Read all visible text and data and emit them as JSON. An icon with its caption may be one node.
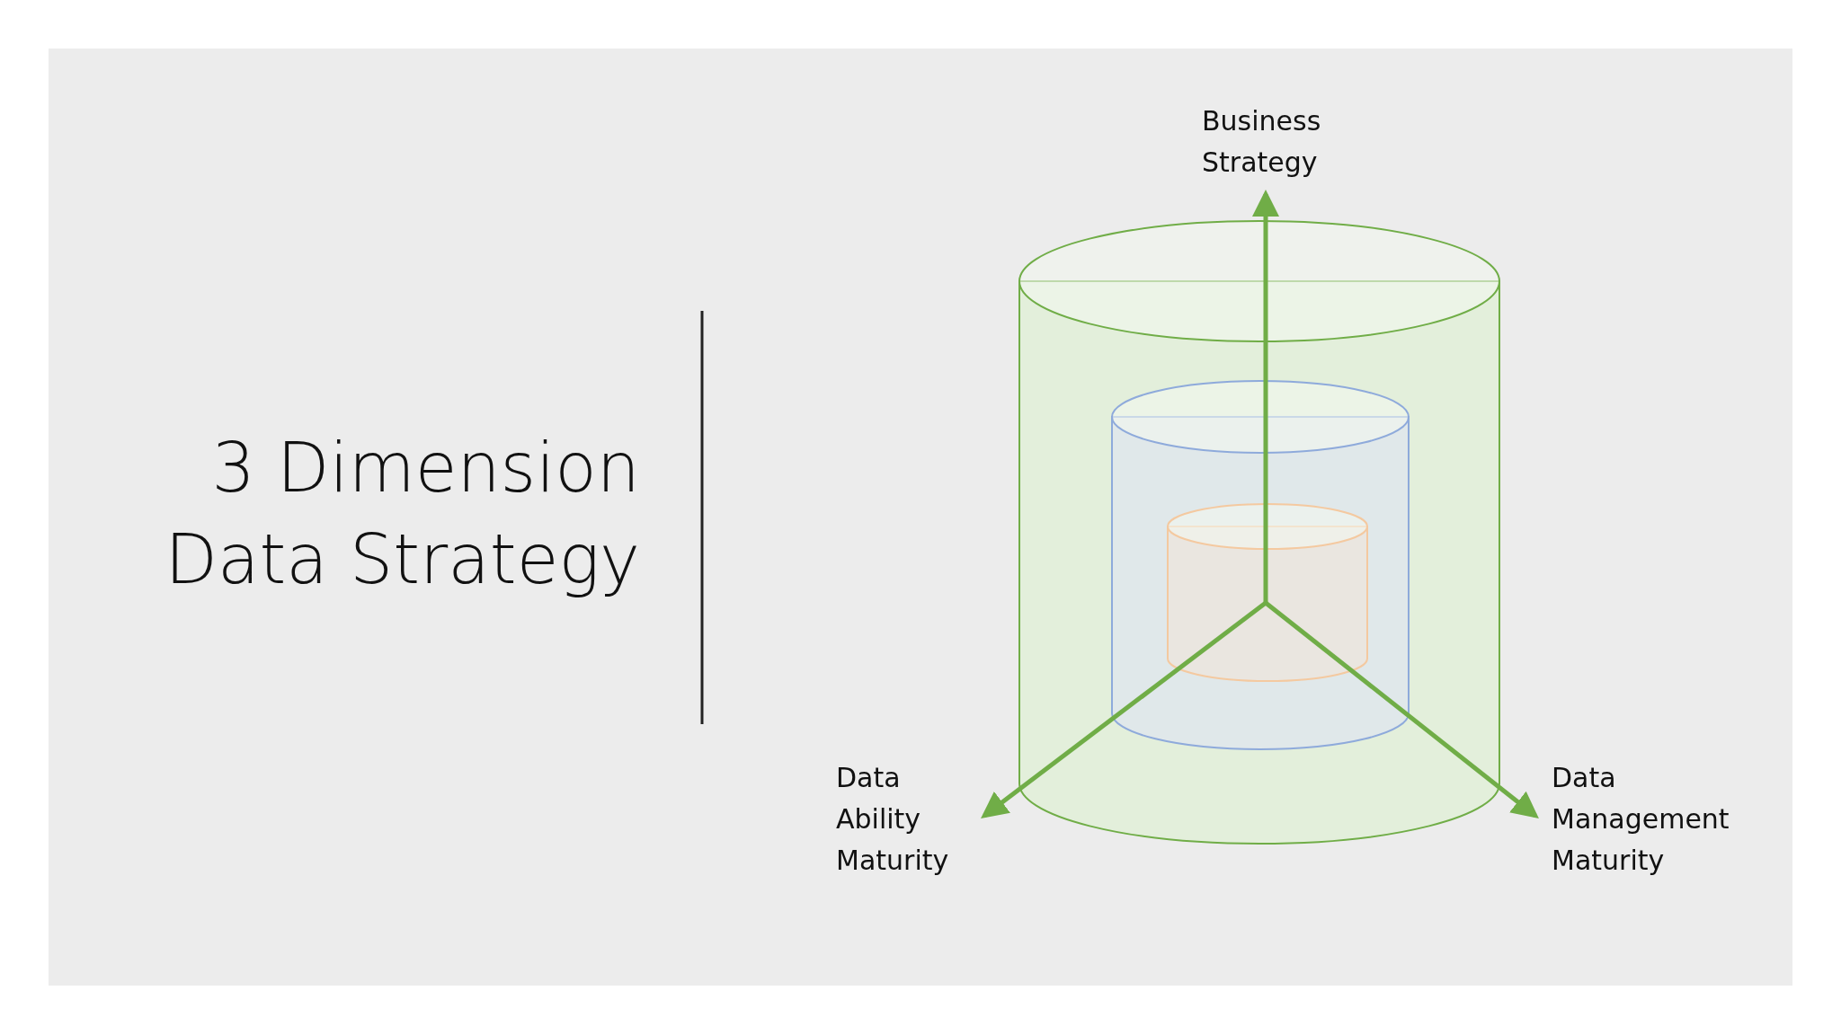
{
  "diagram": {
    "title": "3 Dimension Data Strategy",
    "labels": [
      "Business Strategy",
      "Data Ability Maturity",
      "Data Management Maturity"
    ]
  }
}
